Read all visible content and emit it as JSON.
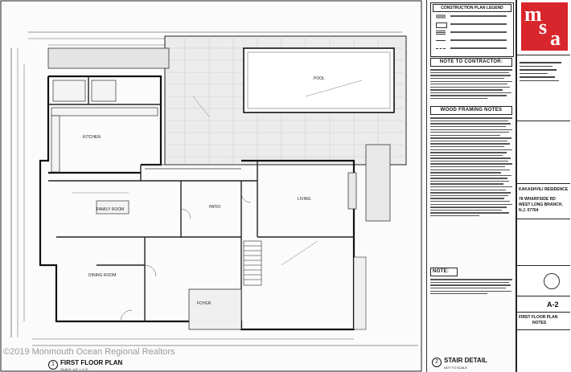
{
  "plan": {
    "rooms": [
      {
        "key": "kitchen",
        "label": "KITCHEN"
      },
      {
        "key": "family",
        "label": "FAMILY ROOM"
      },
      {
        "key": "patio",
        "label": "PATIO"
      },
      {
        "key": "pool",
        "label": "POOL"
      },
      {
        "key": "living",
        "label": "LIVING"
      },
      {
        "key": "dining",
        "label": "DINING ROOM"
      },
      {
        "key": "foyer",
        "label": "FOYER"
      }
    ],
    "views": [
      {
        "number": "1",
        "title": "FIRST FLOOR PLAN",
        "scale": "SCALE: 1/4\" = 1'-0\""
      },
      {
        "number": "2",
        "title": "STAIR DETAIL",
        "scale": "NOT TO SCALE"
      }
    ]
  },
  "notes": {
    "legend_title": "CONSTRUCTION PLAN LEGEND",
    "contractor_title": "NOTE TO CONTRACTOR:",
    "framing_title": "WOOD FRAMING NOTES",
    "general_title": "NOTE:"
  },
  "title_block": {
    "logo_letters": [
      "m",
      "s",
      "a"
    ],
    "project_name": "KAKASHVILI RESIDENCE",
    "address_line1": "78 WHARFSIDE RD",
    "address_line2": "WEST LONG BRANCH,",
    "address_line3": "N.J. 07764",
    "sheet_title": "FIRST FLOOR PLAN",
    "sheet_subtitle": "NOTES",
    "sheet_number": "A-2"
  },
  "watermark": "©2019 Monmouth Ocean Regional Realtors"
}
